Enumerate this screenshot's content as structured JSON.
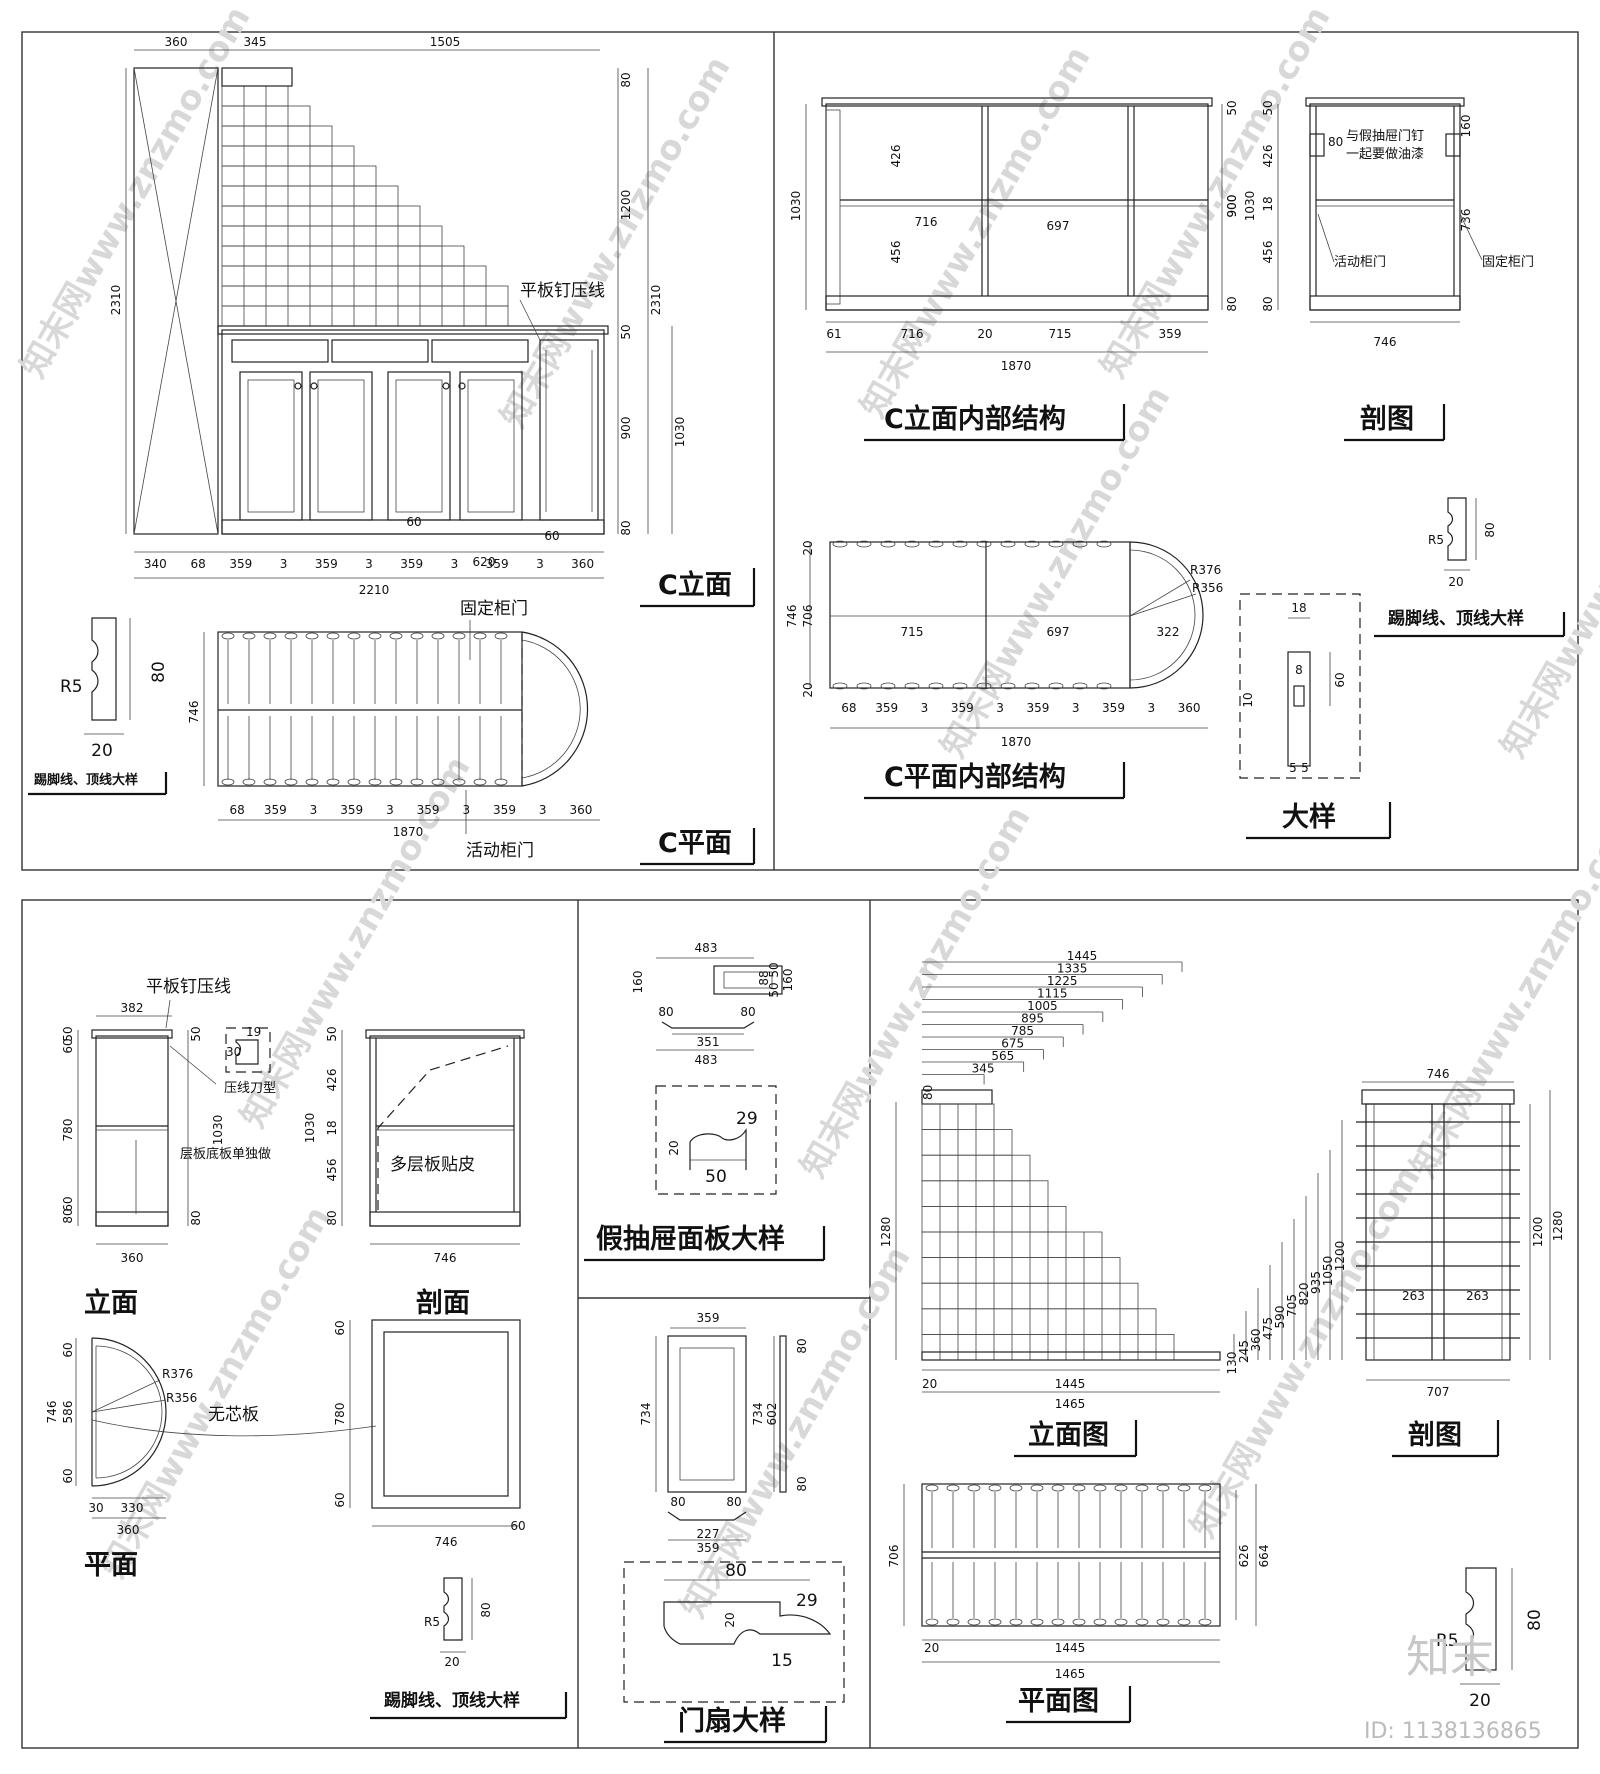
{
  "watermark": {
    "text": "知末网www.znzmo.com",
    "brand": "知末",
    "id": "ID: 1138136865"
  },
  "panel_c_elevation": {
    "title": "C立面",
    "note": "平板钉压线",
    "top_dims": [
      "360",
      "345",
      "1505"
    ],
    "right_dims": [
      "80",
      "1200",
      "50",
      "900",
      "80"
    ],
    "overall_height": "2310",
    "overall_height_right": "2310",
    "cabinet_height": "1030",
    "inner_dims": [
      "60",
      "620",
      "60"
    ],
    "bottom_dims": [
      "340",
      "68",
      "359",
      "3",
      "359",
      "3",
      "359",
      "3",
      "359",
      "3",
      "360"
    ],
    "total_width": "2210"
  },
  "detail_left_top": {
    "label": "踢脚线、顶线大样",
    "r": "R5",
    "w": "20",
    "h": "80"
  },
  "panel_c_plan": {
    "title": "C平面",
    "label_fixed": "固定柜门",
    "label_movable": "活动柜门",
    "depth": "746",
    "bottom_dims": [
      "68",
      "359",
      "3",
      "359",
      "3",
      "359",
      "3",
      "359",
      "3",
      "360"
    ],
    "total_width": "1870"
  },
  "panel_c_internal_elev": {
    "title": "C立面内部结构",
    "heights_left": [
      "426",
      "456"
    ],
    "overall_height": "1030",
    "widths_inner": [
      "716",
      "697"
    ],
    "right_dims": [
      "50",
      "900",
      "80"
    ],
    "bottom_dims": [
      "61",
      "716",
      "20",
      "715",
      "359"
    ],
    "total_width": "1870"
  },
  "panel_section": {
    "title": "剖图",
    "left_dims": [
      "50",
      "426",
      "18",
      "456",
      "80"
    ],
    "overall_height": "1030",
    "height_900": "900",
    "right_dims": [
      "160",
      "736"
    ],
    "note_top": "与假抽屉门钉",
    "note_top2": "一起要做油漆",
    "note_small": "80",
    "label_movable": "活动柜门",
    "label_fixed": "固定柜门",
    "width": "746"
  },
  "panel_c_internal_plan": {
    "title": "C平面内部结构",
    "depth": "746",
    "depth_inner": "706",
    "left_dims": [
      "20",
      "20"
    ],
    "widths": [
      "715",
      "697",
      "322"
    ],
    "radii": [
      "R376",
      "R356"
    ],
    "bottom_dims": [
      "68",
      "359",
      "3",
      "359",
      "3",
      "359",
      "3",
      "359",
      "3",
      "360"
    ],
    "total_width": "1870"
  },
  "detail_right_top": {
    "label": "踢脚线、顶线大样",
    "r": "R5",
    "w": "20",
    "h": "80"
  },
  "detail_joint": {
    "title": "大样",
    "dims": [
      "18",
      "8",
      "60",
      "10",
      "5",
      "5"
    ]
  },
  "panel_small_elev": {
    "title": "立面",
    "note1": "平板钉压线",
    "note2": "压线刀型",
    "note3": "层板底板单独做",
    "profile_dims": [
      "19",
      "30"
    ],
    "top_width": "382",
    "left_dims": [
      "50",
      "60",
      "780",
      "80",
      "60"
    ],
    "right_dims": [
      "50",
      "1030",
      "80"
    ],
    "width": "360"
  },
  "panel_small_section": {
    "title": "剖面",
    "note": "多层板贴皮",
    "left_dims": [
      "50",
      "426",
      "18",
      "456",
      "80"
    ],
    "overall_height": "1030",
    "width": "746"
  },
  "panel_small_plan": {
    "title": "平面",
    "note": "无芯板",
    "radii": [
      "R376",
      "R356"
    ],
    "left_dims": [
      "60",
      "586",
      "60"
    ],
    "depth": "746",
    "bottom_dims": [
      "30",
      "330"
    ],
    "width": "360"
  },
  "panel_small_plan_right": {
    "left_dims": [
      "60",
      "780",
      "60"
    ],
    "width": "746",
    "corner": "60"
  },
  "detail_bottom_left": {
    "label": "踢脚线、顶线大样",
    "r": "R5",
    "w": "20",
    "h": "80"
  },
  "panel_drawer": {
    "title": "假抽屉面板大样",
    "top_width": "483",
    "height": "160",
    "right_dims": [
      "88",
      "50",
      "50",
      "160"
    ],
    "mid_dims": [
      "80",
      "80"
    ],
    "inner_width": "351",
    "outer_width": "483",
    "profile": [
      "29",
      "20",
      "50"
    ]
  },
  "panel_door": {
    "title": "门扇大样",
    "top_width": "359",
    "height": "734",
    "right_height": "734",
    "right_inner": "602",
    "right_dims": [
      "80",
      "80"
    ],
    "bottom_dims": [
      "80",
      "80"
    ],
    "inner_width": "227",
    "outer_width": "359",
    "profile": [
      "80",
      "29",
      "20",
      "15"
    ]
  },
  "panel_rack_elev": {
    "title": "立面图",
    "step_widths": [
      "1445",
      "1335",
      "1225",
      "1115",
      "1005",
      "895",
      "785",
      "675",
      "565",
      "345"
    ],
    "left_dims": [
      "80",
      "1280"
    ],
    "step_heights": [
      "130",
      "245",
      "360",
      "475",
      "590",
      "705",
      "820",
      "935",
      "1050",
      "1200"
    ],
    "bottom_dims": [
      "20",
      "1445"
    ],
    "total_width": "1465"
  },
  "panel_rack_section": {
    "title": "剖图",
    "width": "746",
    "inner_width": "707",
    "heights": [
      "1200",
      "1280"
    ],
    "inner_labels": [
      "263",
      "263"
    ]
  },
  "panel_rack_plan": {
    "title": "平面图",
    "depth": "706",
    "right_dims": [
      "626",
      "664"
    ],
    "bottom_dims": [
      "20",
      "1445"
    ],
    "total_width": "1465"
  },
  "detail_bottom_right": {
    "r": "R5",
    "w": "20",
    "h": "80"
  }
}
